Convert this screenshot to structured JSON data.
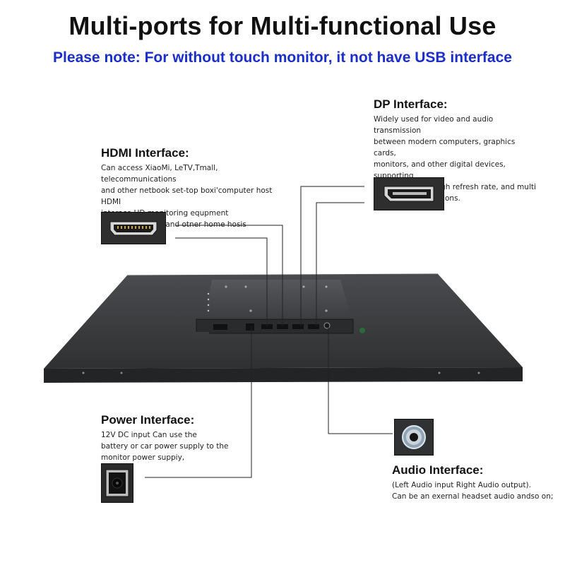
{
  "title": "Multi-ports for Multi-functional Use",
  "note": "Please note: For without touch monitor, it not have USB interface",
  "hdmi": {
    "title": "HDMI Interface:",
    "description": "Can access XiaoMi, LeTV,Tmall, telecommunications\nand other netbook set-top boxi'computer host HDMI\ninterace.HD monitoring equpment\nXBOXPS2PS3PS4 and otner home hosis"
  },
  "dp": {
    "title": "DP Interface:",
    "description": "Widely used for video and audio transmission\nbetween modern computers, graphics cards,\nmonitors, and other digital devices, supporting\nhigh-resolution, high refresh rate, and multi\nmonitor configurations."
  },
  "power": {
    "title": "Power Interface:",
    "description": "12V DC input Can use the\nbattery or car power supply to the\nmonitor power suppiy,"
  },
  "audio": {
    "title": "Audio Interface:",
    "description": "(Left Audio input Right Audio output).\nCan be an exernal headset audio andso on;"
  },
  "colors": {
    "note": "#1a2fc9",
    "panel": "#3a3b3d",
    "panel_edge": "#1f2022",
    "leader_line": "#222222"
  }
}
